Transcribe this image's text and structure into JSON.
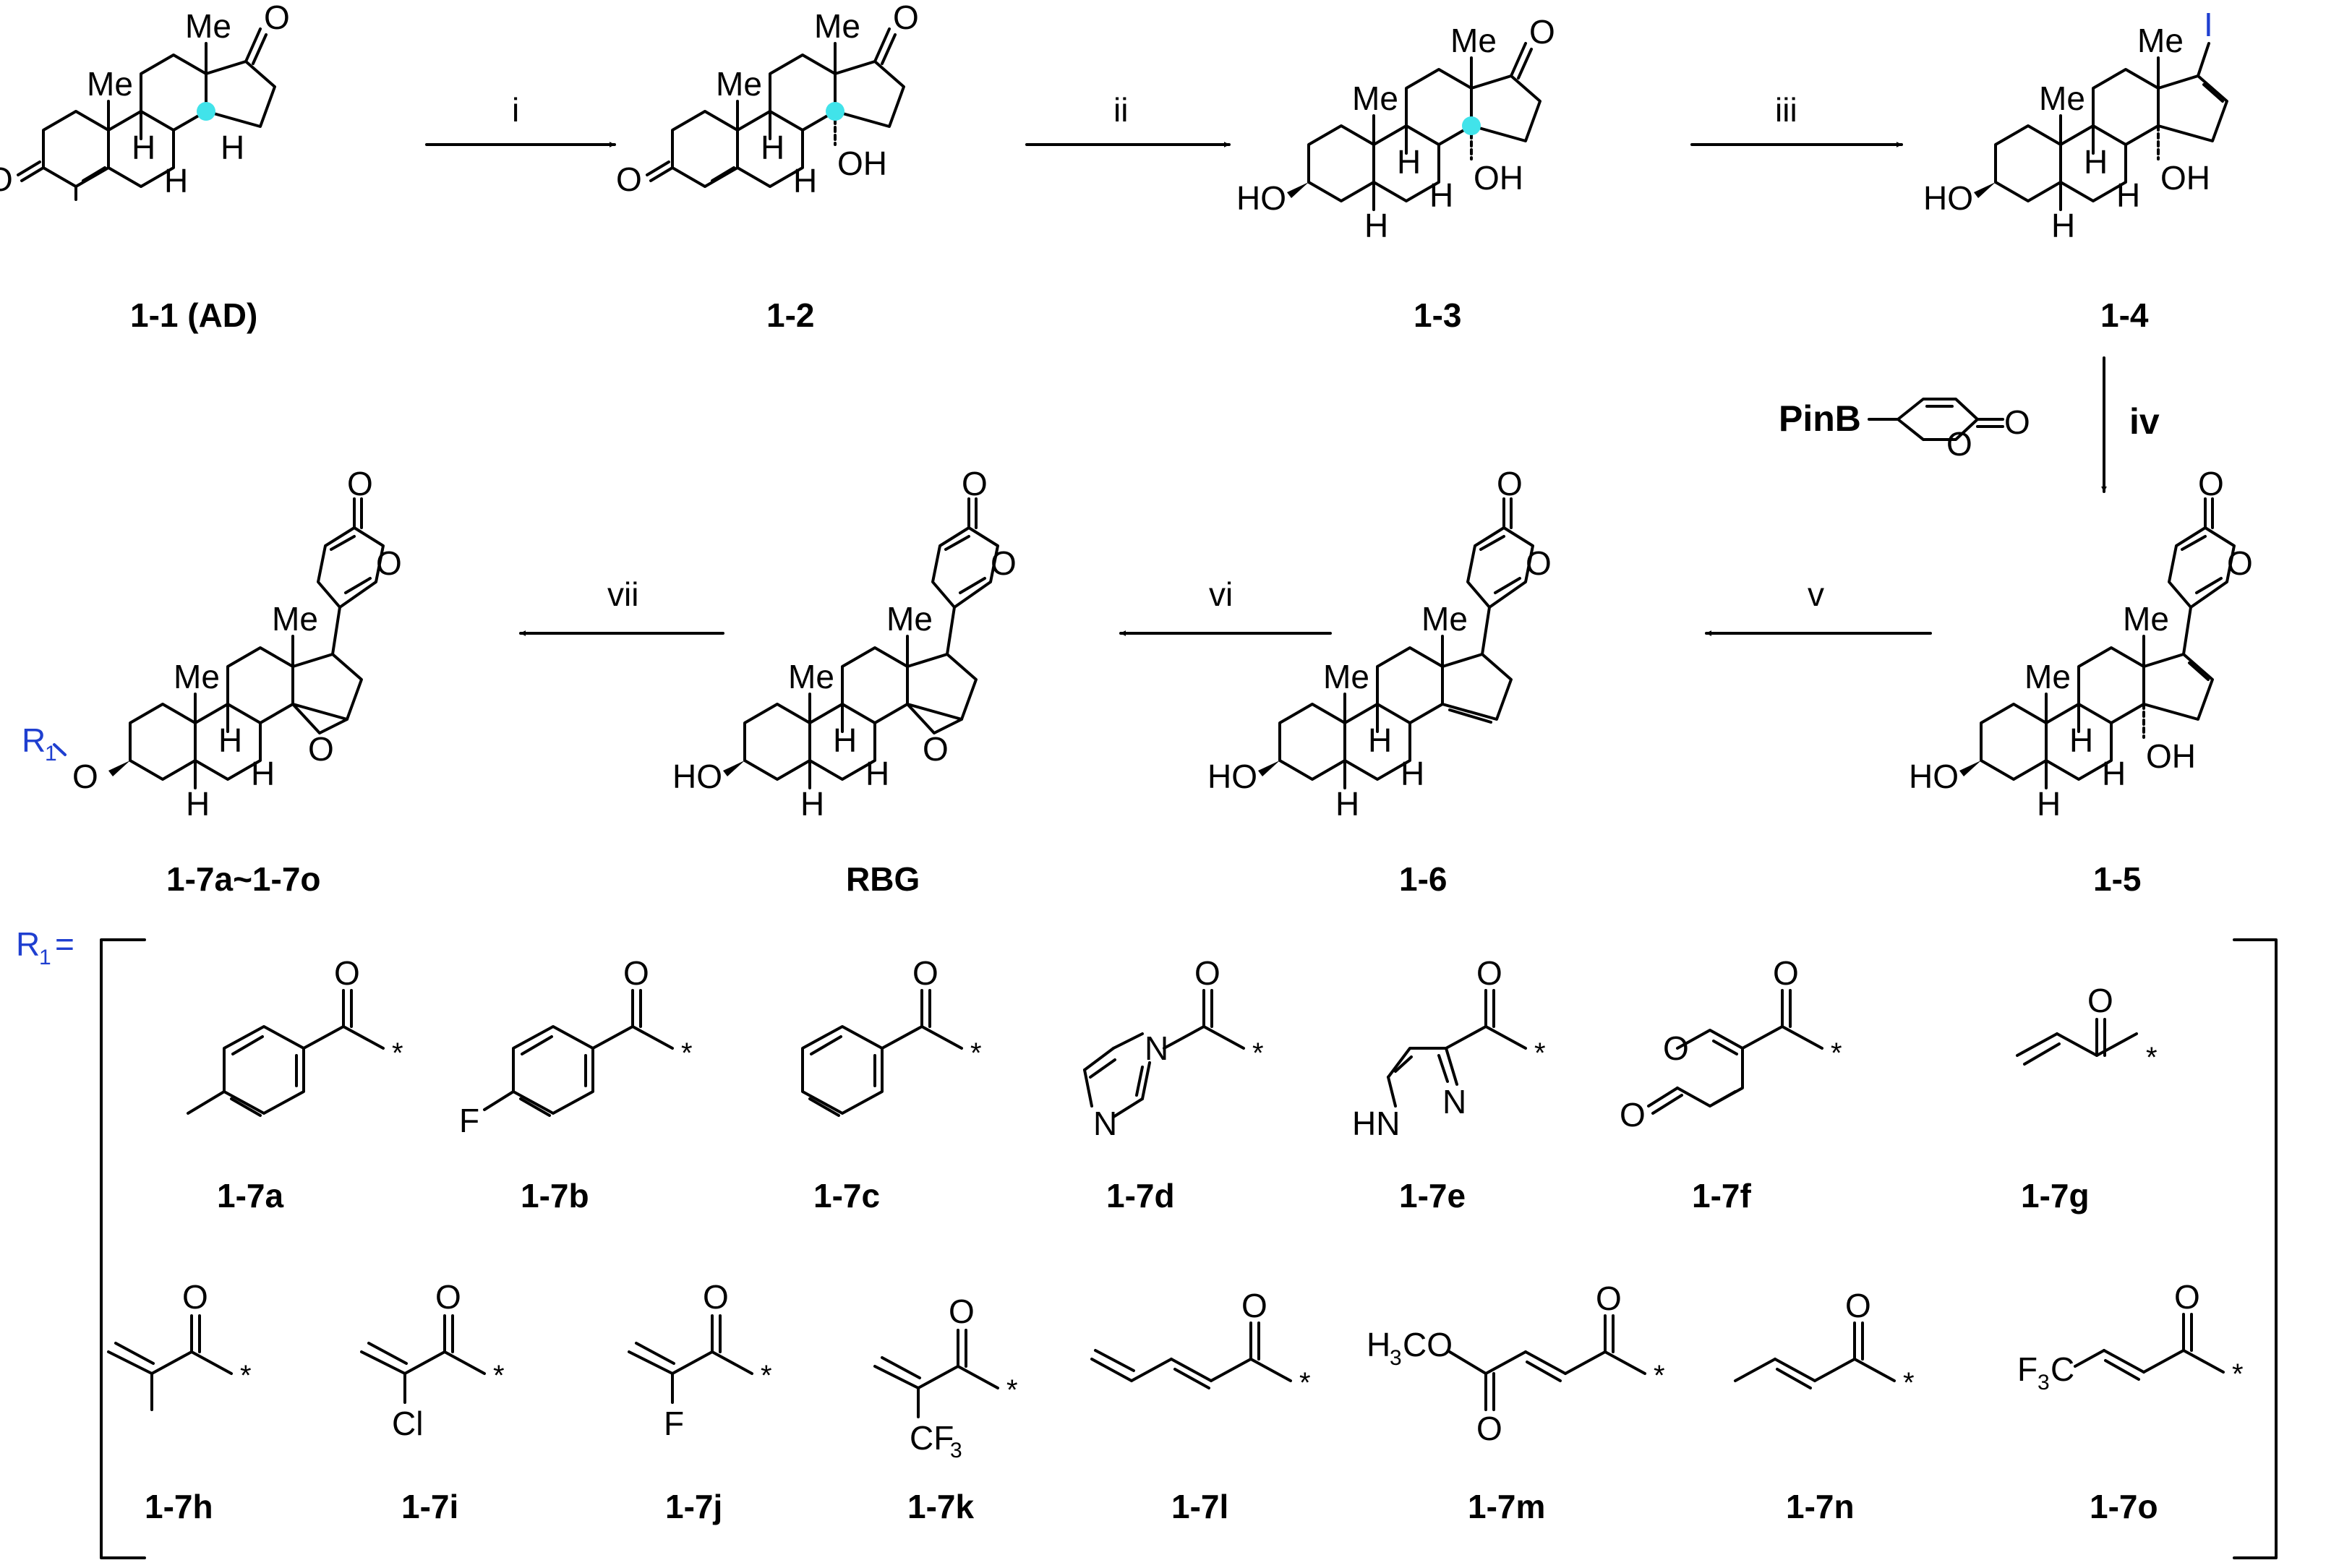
{
  "compounds": {
    "c11": "1-1 (AD)",
    "c12": "1-2",
    "c13": "1-3",
    "c14": "1-4",
    "c15": "1-5",
    "c16": "1-6",
    "rbg": "RBG",
    "c17": "1-7a~1-7o"
  },
  "steps": {
    "i": "i",
    "ii": "ii",
    "iii": "iii",
    "iv": "iv",
    "v": "v",
    "vi": "vi",
    "vii": "vii"
  },
  "reagent": "PinB",
  "atoms": {
    "me": "Me",
    "h": "H",
    "oh": "OH",
    "ho": "HO",
    "o": "O",
    "iodine": "I",
    "r1": "R",
    "r1_sub": "1",
    "r1_eq": "="
  },
  "substituents": {
    "labels": [
      "1-7a",
      "1-7b",
      "1-7c",
      "1-7d",
      "1-7e",
      "1-7f",
      "1-7g",
      "1-7h",
      "1-7i",
      "1-7j",
      "1-7k",
      "1-7l",
      "1-7m",
      "1-7n",
      "1-7o"
    ],
    "star": "*",
    "f": "F",
    "n": "N",
    "hn": "HN",
    "cl": "Cl",
    "cf3": "CF",
    "cf3_sub": "3",
    "h3co": "H",
    "h3co_sub": "3",
    "h3co_tail": "CO",
    "f3c": "F",
    "f3c_sub": "3",
    "f3c_tail": "C"
  },
  "colors": {
    "highlight": "#41e3ea",
    "blue_text": "#1f3fd0"
  }
}
